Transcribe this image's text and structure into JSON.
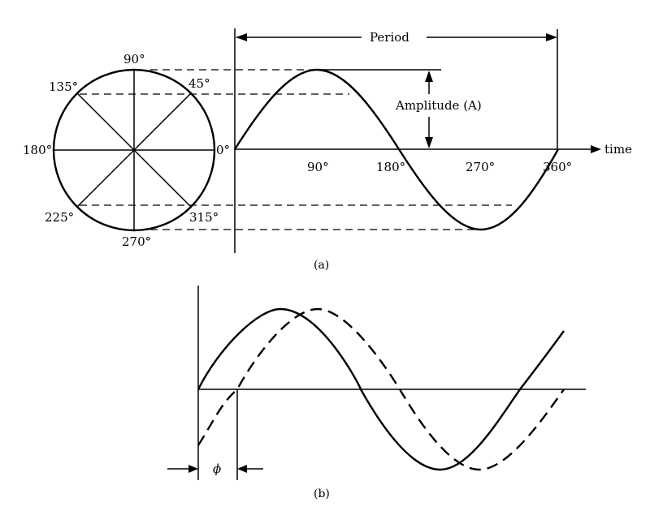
{
  "part_a": {
    "circle": {
      "angle_labels": {
        "deg0": "0°",
        "deg45": "45°",
        "deg90": "90°",
        "deg135": "135°",
        "deg180": "180°",
        "deg225": "225°",
        "deg270": "270°",
        "deg315": "315°"
      }
    },
    "wave": {
      "period_label": "Period",
      "amplitude_label": "Amplitude (A)",
      "axis_label": "time",
      "tick_labels": {
        "t90": "90°",
        "t180": "180°",
        "t270": "270°",
        "t360": "360°"
      }
    },
    "caption": "(a)"
  },
  "part_b": {
    "phase_label": "ϕ",
    "caption": "(b)"
  }
}
